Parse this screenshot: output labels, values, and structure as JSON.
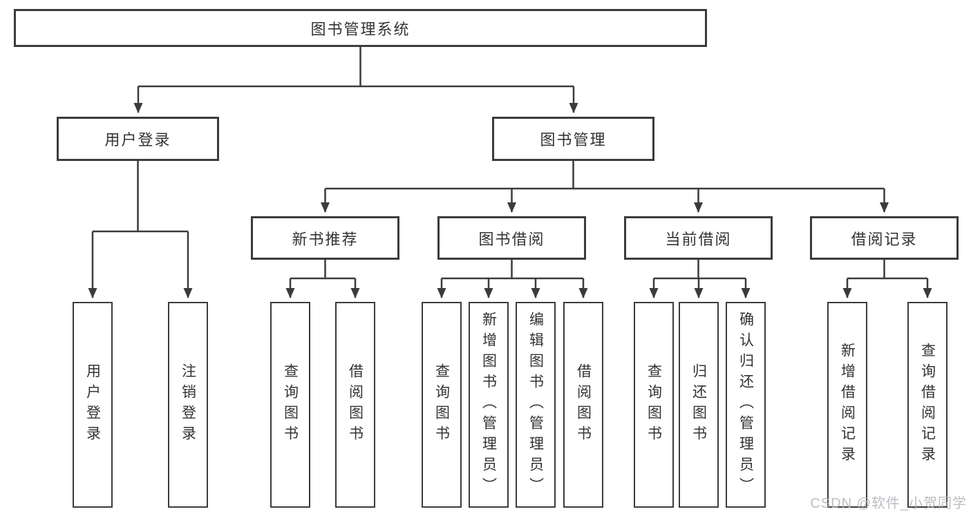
{
  "diagram": {
    "title": "图书管理系统",
    "root": {
      "label": "图书管理系统"
    },
    "level2": [
      {
        "id": "user-login",
        "label": "用户登录"
      },
      {
        "id": "book-management",
        "label": "图书管理"
      }
    ],
    "level3": [
      {
        "id": "new-book-recommendation",
        "parent": "book-management",
        "label": "新书推荐"
      },
      {
        "id": "book-borrowing",
        "parent": "book-management",
        "label": "图书借阅"
      },
      {
        "id": "current-borrowing",
        "parent": "book-management",
        "label": "当前借阅"
      },
      {
        "id": "borrowing-records",
        "parent": "book-management",
        "label": "借阅记录"
      }
    ],
    "leaves": [
      {
        "parent": "user-login",
        "label": "用户登录"
      },
      {
        "parent": "user-login",
        "label": "注销登录"
      },
      {
        "parent": "new-book-recommendation",
        "label": "查询图书"
      },
      {
        "parent": "new-book-recommendation",
        "label": "借阅图书"
      },
      {
        "parent": "book-borrowing",
        "label": "查询图书"
      },
      {
        "parent": "book-borrowing",
        "label": "新增图书（管理员）"
      },
      {
        "parent": "book-borrowing",
        "label": "编辑图书（管理员）"
      },
      {
        "parent": "book-borrowing",
        "label": "借阅图书"
      },
      {
        "parent": "current-borrowing",
        "label": "查询图书"
      },
      {
        "parent": "current-borrowing",
        "label": "归还图书"
      },
      {
        "parent": "current-borrowing",
        "label": "确认归还（管理员）"
      },
      {
        "parent": "borrowing-records",
        "label": "新增借阅记录"
      },
      {
        "parent": "borrowing-records",
        "label": "查询借阅记录"
      }
    ],
    "line_color": "#3b3b3b"
  },
  "watermark": {
    "text": "CSDN @软件_小贺同学"
  }
}
